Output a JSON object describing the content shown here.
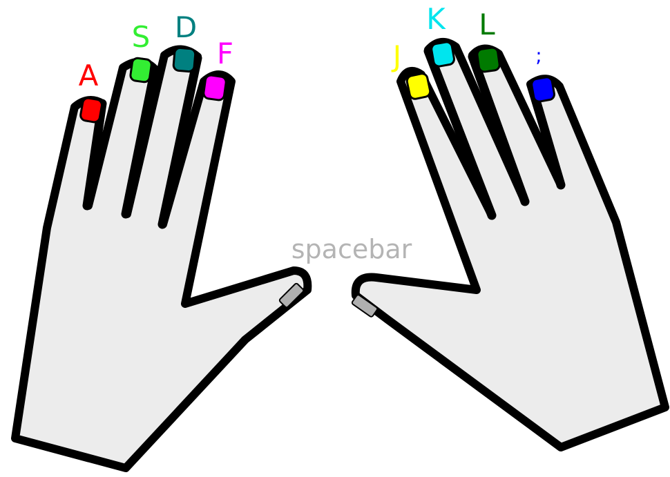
{
  "spacebar_label": "spacebar",
  "spacebar_color": "#b4b4b4",
  "left_hand": {
    "fingers": [
      {
        "key": "A",
        "color": "#ff0000"
      },
      {
        "key": "S",
        "color": "#33ee33"
      },
      {
        "key": "D",
        "color": "#008080"
      },
      {
        "key": "F",
        "color": "#ff00ff"
      }
    ]
  },
  "right_hand": {
    "fingers": [
      {
        "key": "J",
        "color": "#ffff00"
      },
      {
        "key": "K",
        "color": "#00e5ee"
      },
      {
        "key": "L",
        "color": "#007a00"
      },
      {
        "key": ";",
        "color": "#0000ff"
      }
    ]
  },
  "colors": {
    "outline": "#000000",
    "palm_fill": "#ececec",
    "thumb_nail": "#b0b0b0"
  }
}
